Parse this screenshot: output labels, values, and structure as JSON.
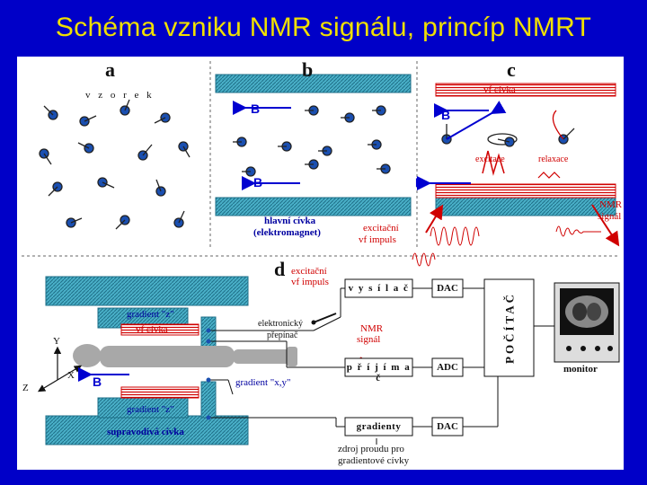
{
  "title": "Schéma vzniku NMR signálu, princíp NMRT",
  "sections": {
    "a": "a",
    "b": "b",
    "c": "c",
    "d": "d"
  },
  "labels": {
    "vzorek": "v z o r e k",
    "vf_civka_top": "vf cívka",
    "excitace": "excitace",
    "relaxace": "relaxace",
    "hlavni_civka_1": "hlavní cívka",
    "hlavni_civka_2": "(elektromagnet)",
    "excitacni_1": "excitační",
    "excitacni_2": "vf impuls",
    "nmr_signal_1": "NMR",
    "nmr_signal_2": "signál",
    "excitacni_d_1": "excitační",
    "excitacni_d_2": "vf impuls",
    "vysilac": "v y s í l a č",
    "prijimac": "p ř í j í m a č",
    "gradienty": "gradienty",
    "dac_1": "DAC",
    "adc": "ADC",
    "dac_2": "DAC",
    "pocitac": "POČÍTAČ",
    "monitor": "monitor",
    "gradient_z_top": "gradient \"z\"",
    "gradient_z_bottom": "gradient \"z\"",
    "vf_civka_d": "vf cívka",
    "elektronicky_1": "elektronický",
    "elektronicky_2": "přepínač",
    "nmr_d_1": "NMR",
    "nmr_d_2": "signál",
    "gradient_xy": "gradient \"x,y\"",
    "supravodiva": "supravodivá cívka",
    "zdroj_1": "zdroj proudu pro",
    "zdroj_2": "gradientové cívky",
    "axis_y": "Y",
    "axis_x": "X",
    "axis_z": "Z",
    "b_letter": "B"
  },
  "colors": {
    "background": "#0000c8",
    "title": "#f0e000",
    "panel": "#ffffff",
    "coil": "#4ab0c8",
    "red": "#d00000",
    "arrow_blue": "#0000d0"
  }
}
